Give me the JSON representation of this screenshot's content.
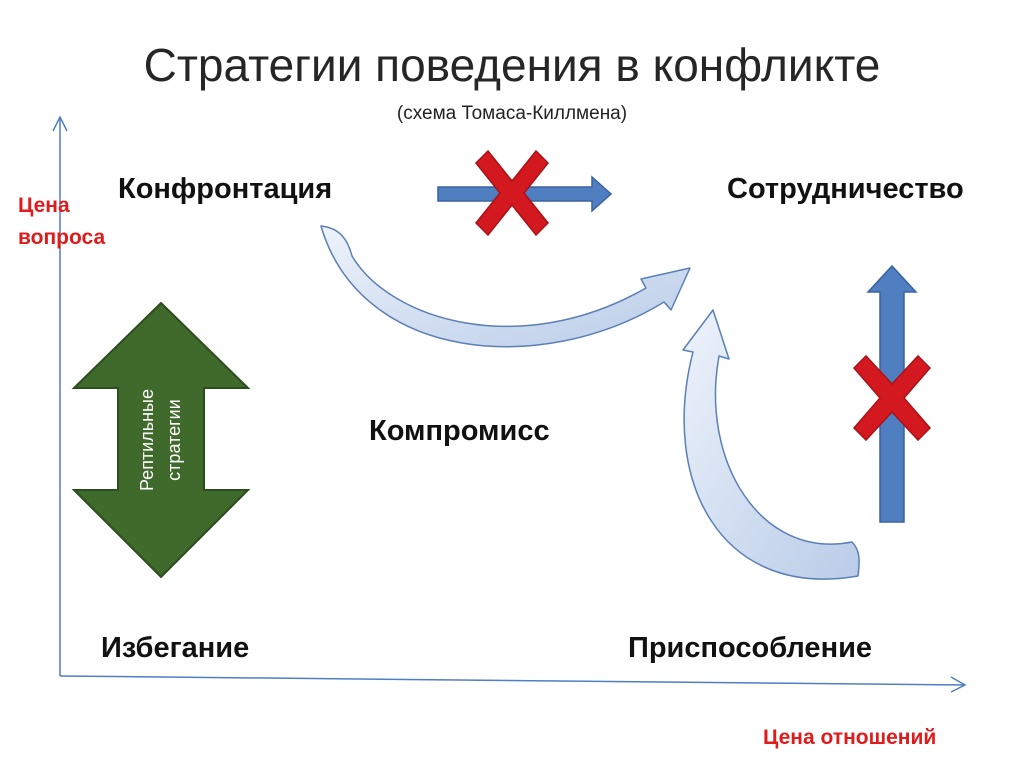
{
  "title": "Стратегии поведения в конфликте",
  "subtitle": "(схема Томаса-Киллмена)",
  "axes": {
    "y_label_line1": "Цена",
    "y_label_line2": "вопроса",
    "x_label": "Цена отношений"
  },
  "nodes": {
    "confrontation": "Конфронтация",
    "cooperation": "Сотрудничество",
    "compromise": "Компромисс",
    "avoidance": "Избегание",
    "accommodation": "Приспособление"
  },
  "reptile": {
    "line1": "Рептильные",
    "line2": "стратегии"
  },
  "colors": {
    "axis": "#4f7fc0",
    "axis_label": "#e01b1b",
    "reptile_arrow": "#3f6a2c",
    "blocked_arrow": "#4f7fc0",
    "cross": "#d3191f",
    "curved_arrow": "#c5d5ec"
  }
}
